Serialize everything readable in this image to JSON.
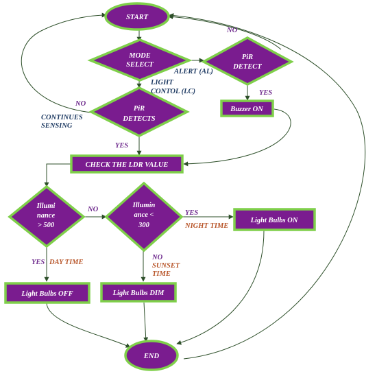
{
  "nodes": {
    "start": "START",
    "mode_select": [
      "MODE",
      "SELECT"
    ],
    "pir_detect": [
      "PiR",
      "DETECT"
    ],
    "pir_detects": [
      "PiR",
      "DETECTS"
    ],
    "buzzer_on": "Buzzer ON",
    "check_ldr": "CHECK THE LDR VALUE",
    "illum_500": [
      "Illumi",
      "nance",
      "> 500"
    ],
    "illum_300": [
      "Illumin",
      "ance <",
      "300"
    ],
    "bulbs_on": "Light Bulbs ON",
    "bulbs_off": "Light Bulbs OFF",
    "bulbs_dim": "Light Bulbs DIM",
    "end": "END"
  },
  "labels": {
    "alert": "ALERT (AL)",
    "light_control": [
      "LIGHT",
      "CONTOL (LC)"
    ],
    "no_top": "NO",
    "no_left": "NO",
    "continues_sensing": [
      "CONTINUES",
      "SENSING"
    ],
    "yes_buzzer": "YES",
    "yes_pir": "YES",
    "no_mid": "NO",
    "yes_right": "YES",
    "night_time": "NIGHT TIME",
    "yes_day": "YES",
    "day_time": "DAY TIME",
    "no_sunset": "NO",
    "sunset_time": [
      "SUNSET",
      "TIME"
    ]
  },
  "colors": {
    "shape_fill": "#7a1c8f",
    "shape_border": "#7fcf4a",
    "connector": "#2d4f29",
    "label_blue": "#1f3b63",
    "label_purple": "#6e2a8d",
    "label_orange": "#b8562a"
  }
}
